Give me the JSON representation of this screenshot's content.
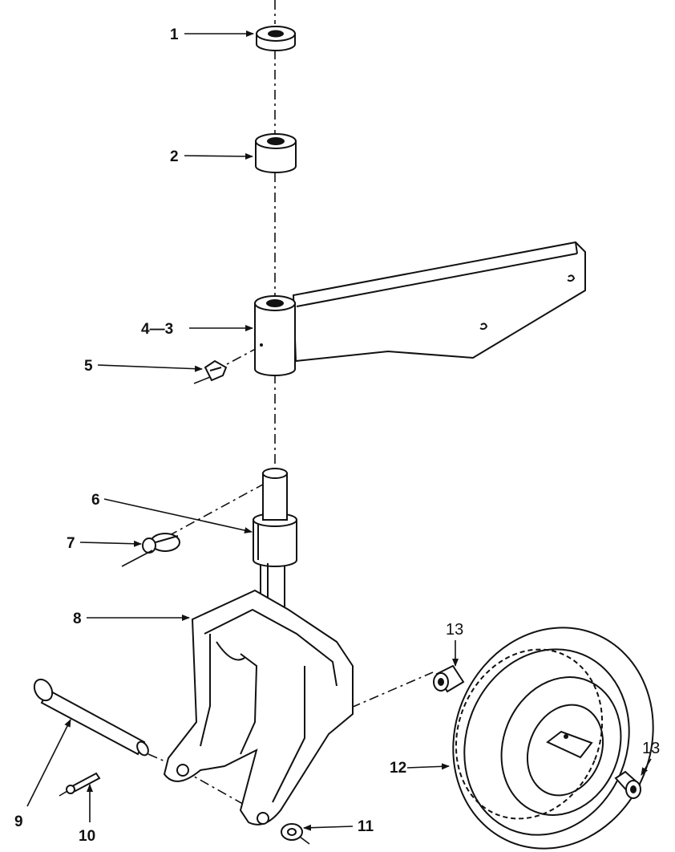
{
  "callouts": [
    {
      "id": "c1",
      "text": "1"
    },
    {
      "id": "c2",
      "text": "2"
    },
    {
      "id": "c43",
      "text": "4—3"
    },
    {
      "id": "c5",
      "text": "5"
    },
    {
      "id": "c6",
      "text": "6"
    },
    {
      "id": "c7",
      "text": "7"
    },
    {
      "id": "c8",
      "text": "8"
    },
    {
      "id": "c9",
      "text": "9"
    },
    {
      "id": "c10",
      "text": "10"
    },
    {
      "id": "c11",
      "text": "11"
    },
    {
      "id": "c12",
      "text": "12"
    },
    {
      "id": "c13a",
      "text": "13"
    },
    {
      "id": "c13b",
      "text": "13"
    }
  ],
  "parts": [
    {
      "callout": "1",
      "icon": "bushing-short-icon"
    },
    {
      "callout": "2",
      "icon": "bushing-tall-icon"
    },
    {
      "callout": "4—3",
      "icon": "caster-arm-icon"
    },
    {
      "callout": "5",
      "icon": "grease-fitting-icon"
    },
    {
      "callout": "6",
      "icon": "spindle-icon"
    },
    {
      "callout": "7",
      "icon": "lynch-pin-icon"
    },
    {
      "callout": "8",
      "icon": "wheel-fork-icon"
    },
    {
      "callout": "9",
      "icon": "axle-bolt-icon"
    },
    {
      "callout": "10",
      "icon": "cotter-pin-icon"
    },
    {
      "callout": "11",
      "icon": "washer-icon"
    },
    {
      "callout": "12",
      "icon": "tire-wheel-icon"
    },
    {
      "callout": "13",
      "icon": "wheel-bearing-icon"
    }
  ]
}
